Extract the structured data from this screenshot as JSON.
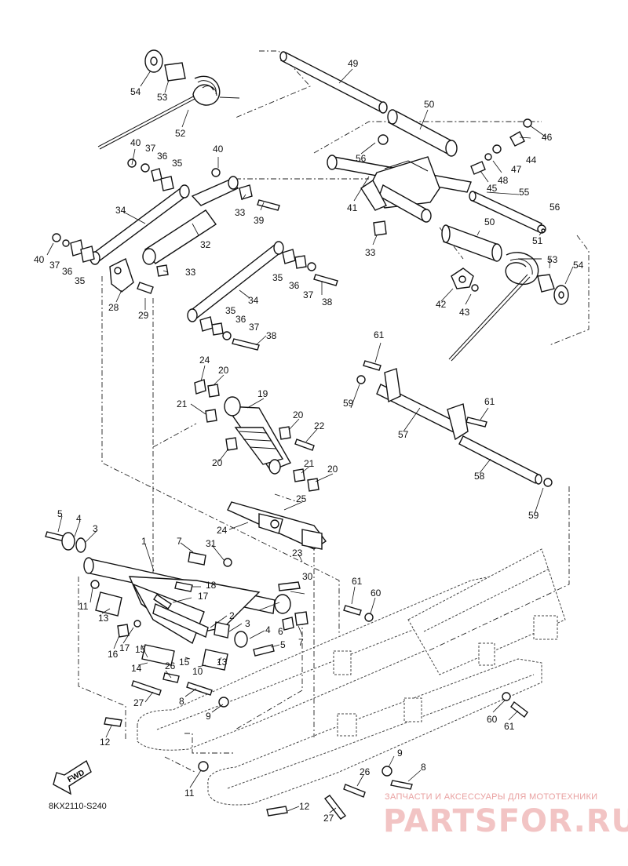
{
  "diagram": {
    "code": "8KX2110-S240",
    "fwd_label": "FWD",
    "watermark": {
      "top": "ЗАПЧАСТИ И АКСЕССУАРЫ ДЛЯ МОТОТЕХНИКИ",
      "logo": "PARTSFOR.RU"
    },
    "callouts": [
      "1",
      "2",
      "3",
      "4",
      "5",
      "6",
      "7",
      "8",
      "9",
      "10",
      "11",
      "12",
      "13",
      "14",
      "15",
      "16",
      "17",
      "18",
      "19",
      "20",
      "21",
      "22",
      "23",
      "24",
      "25",
      "26",
      "27",
      "28",
      "29",
      "30",
      "31",
      "32",
      "33",
      "34",
      "35",
      "36",
      "37",
      "38",
      "39",
      "40",
      "41",
      "42",
      "43",
      "44",
      "45",
      "46",
      "47",
      "48",
      "49",
      "50",
      "51",
      "52",
      "53",
      "54",
      "55",
      "56",
      "57",
      "58",
      "59",
      "60",
      "61"
    ]
  }
}
